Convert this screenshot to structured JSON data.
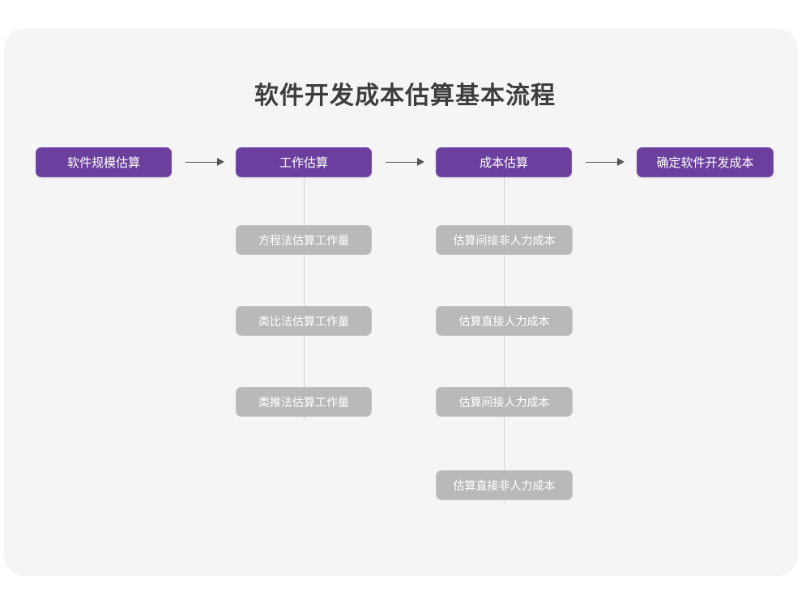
{
  "diagram": {
    "title": "软件开发成本估算基本流程",
    "type": "flowchart",
    "colors": {
      "panel_background": "#f5f5f5",
      "page_background": "#ffffff",
      "primary_node": "#6b3f9e",
      "sub_node": "#b9b9b9",
      "connector": "#d2d2d2",
      "arrow": "#555555",
      "title_text": "#3d3d3d",
      "node_text": "#ffffff"
    },
    "main_steps": [
      {
        "id": "step-1",
        "label": "软件规模估算"
      },
      {
        "id": "step-2",
        "label": "工作估算"
      },
      {
        "id": "step-3",
        "label": "成本估算"
      },
      {
        "id": "step-4",
        "label": "确定软件开发成本"
      }
    ],
    "arrows": [
      {
        "id": "arrow-1",
        "from": "软件规模估算",
        "to": "工作估算",
        "glyph": "→"
      },
      {
        "id": "arrow-2",
        "from": "工作估算",
        "to": "成本估算",
        "glyph": "→"
      },
      {
        "id": "arrow-3",
        "from": "成本估算",
        "to": "确定软件开发成本",
        "glyph": "→"
      }
    ],
    "sub_branches": [
      {
        "parent": "工作估算",
        "items": [
          {
            "id": "work-1",
            "label": "方程法估算工作量"
          },
          {
            "id": "work-2",
            "label": "类比法估算工作量"
          },
          {
            "id": "work-3",
            "label": "类推法估算工作量"
          }
        ]
      },
      {
        "parent": "成本估算",
        "items": [
          {
            "id": "cost-1",
            "label": "估算间接非人力成本"
          },
          {
            "id": "cost-2",
            "label": "估算直接人力成本"
          },
          {
            "id": "cost-3",
            "label": "估算间接人力成本"
          },
          {
            "id": "cost-4",
            "label": "估算直接非人力成本"
          }
        ]
      }
    ]
  }
}
